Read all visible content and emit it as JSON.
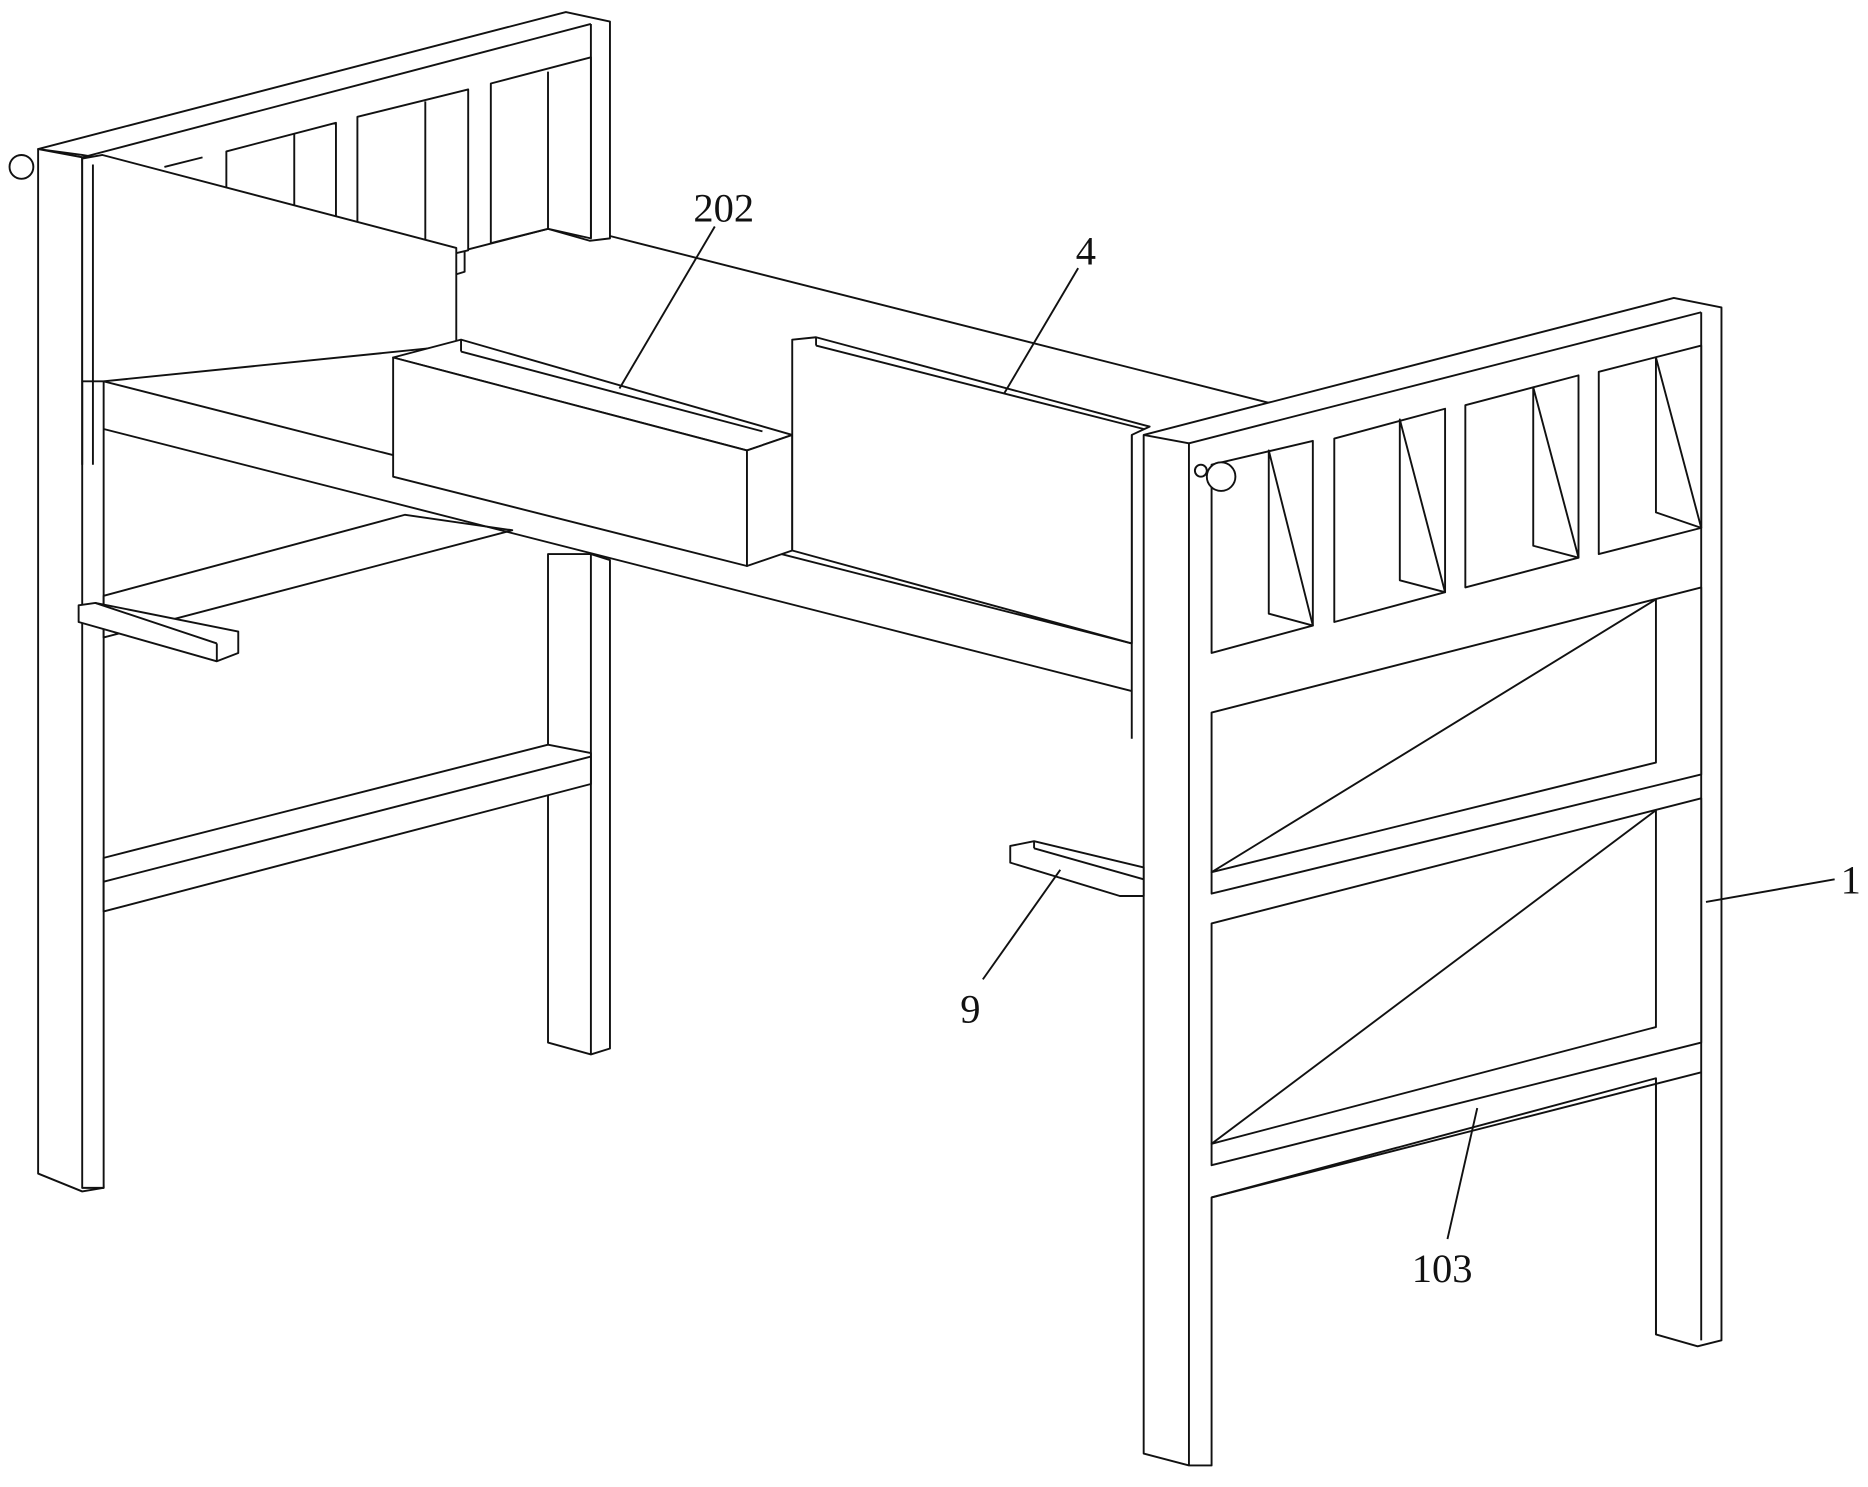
{
  "figure": {
    "labels": {
      "l202": "202",
      "l4": "4",
      "l9": "9",
      "l1": "1",
      "l103": "103"
    }
  }
}
